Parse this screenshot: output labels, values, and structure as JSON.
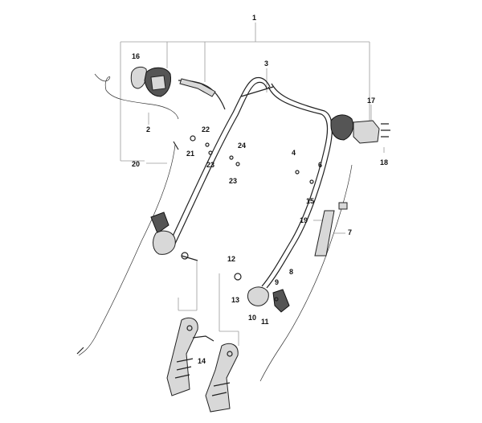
{
  "callouts": [
    {
      "id": "1",
      "text": "1"
    },
    {
      "id": "2",
      "text": "2"
    },
    {
      "id": "3",
      "text": "3"
    },
    {
      "id": "4",
      "text": "4"
    },
    {
      "id": "5",
      "text": "6"
    },
    {
      "id": "6",
      "text": "7"
    },
    {
      "id": "7",
      "text": "8"
    },
    {
      "id": "8",
      "text": "9"
    },
    {
      "id": "9",
      "text": "10"
    },
    {
      "id": "10",
      "text": "11"
    },
    {
      "id": "11",
      "text": "12"
    },
    {
      "id": "12",
      "text": "13"
    },
    {
      "id": "13",
      "text": "14"
    },
    {
      "id": "14",
      "text": "15"
    },
    {
      "id": "15",
      "text": "16"
    },
    {
      "id": "16",
      "text": "17"
    },
    {
      "id": "17",
      "text": "18"
    },
    {
      "id": "18",
      "text": "19"
    },
    {
      "id": "19",
      "text": "20"
    },
    {
      "id": "20",
      "text": "21"
    },
    {
      "id": "21",
      "text": "22"
    },
    {
      "id": "22",
      "text": "23"
    },
    {
      "id": "23",
      "text": "23"
    },
    {
      "id": "24",
      "text": "24"
    }
  ]
}
